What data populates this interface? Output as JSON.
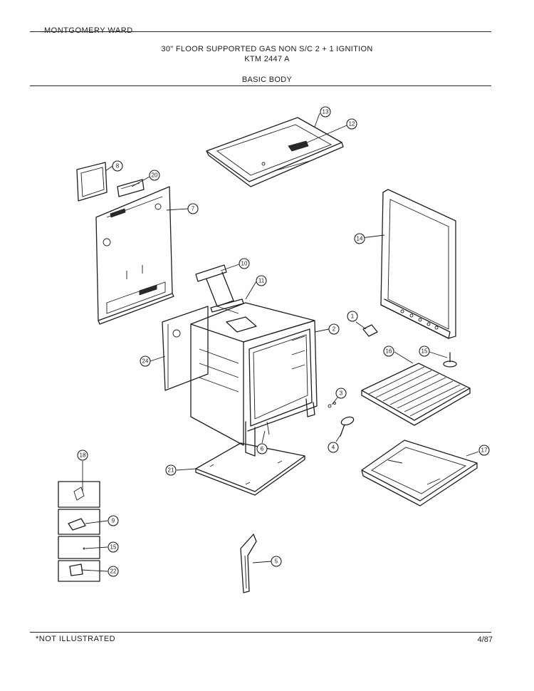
{
  "header": {
    "brand": "MONTGOMERY WARD",
    "title_line1": "30\" FLOOR SUPPORTED GAS NON S/C 2 + 1 IGNITION",
    "title_line2": "KTM 2447 A",
    "section": "BASIC BODY"
  },
  "footer": {
    "note": "*NOT ILLUSTRATED",
    "date": "4/87"
  },
  "callouts": {
    "c1": "1",
    "c2": "2",
    "c3": "3",
    "c4": "4",
    "c5": "5",
    "c6": "6",
    "c7": "7",
    "c8": "8",
    "c9": "9",
    "c10": "10",
    "c11": "11",
    "c12": "12",
    "c13": "13",
    "c14": "14",
    "c15a": "15",
    "c15b": "15",
    "c16": "16",
    "c17": "17",
    "c18": "18",
    "c20": "20",
    "c21": "21",
    "c22": "22",
    "c24": "24"
  }
}
